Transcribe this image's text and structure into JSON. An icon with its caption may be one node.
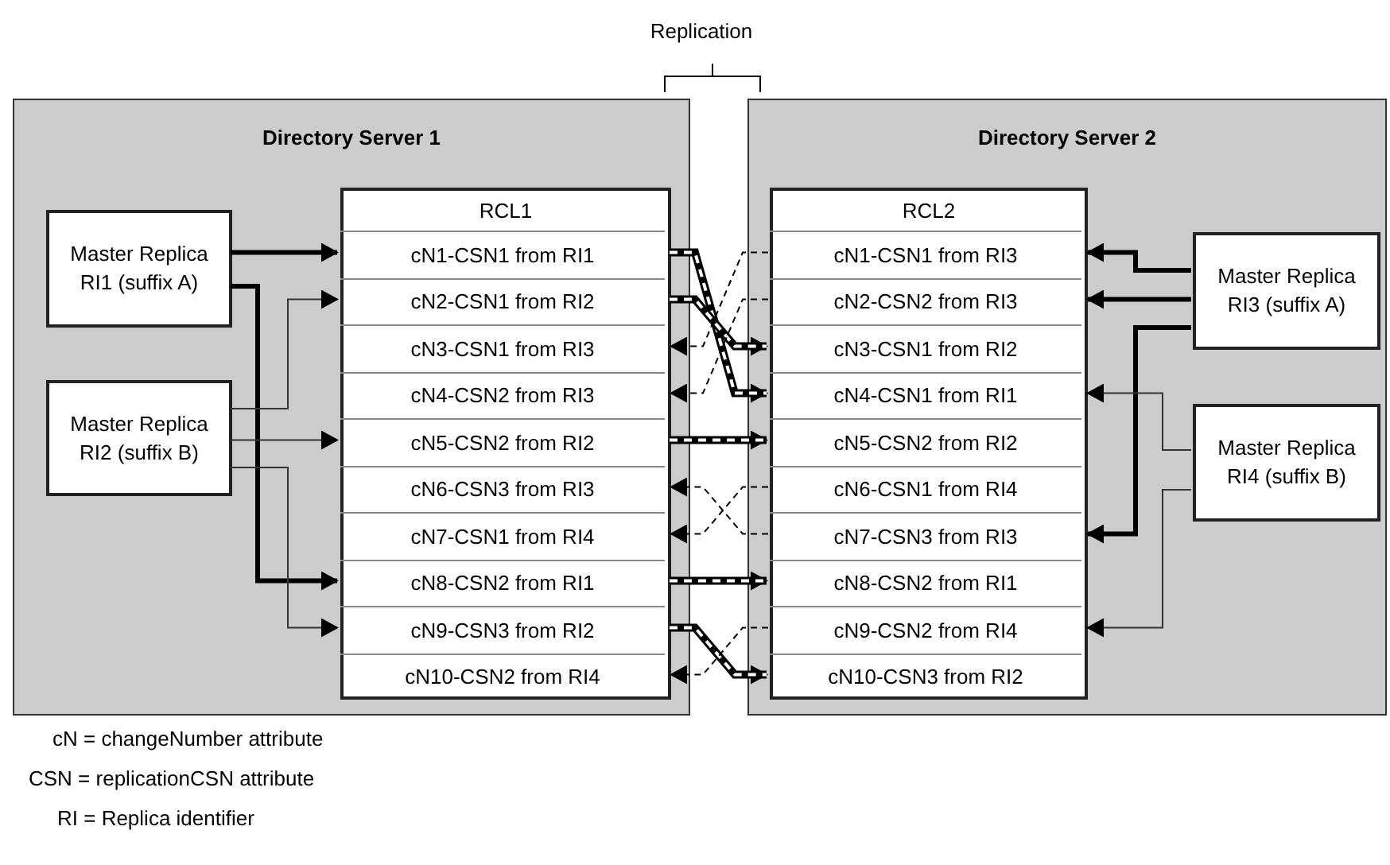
{
  "diagram": {
    "nodes": [
      {
        "text": [
          "Directory Server 1"
        ]
      },
      {
        "text": [
          "Master Replica RI1 (suffix A)"
        ],
        "in": 0
      },
      {
        "text": [
          "Master Replica RI2 (suffix B)"
        ],
        "in": 0
      },
      {
        "text": [
          "RCL1"
        ],
        "in": 0
      },
      {
        "text": [
          "cN1-CSN1 from RI1"
        ],
        "in": 3
      },
      {
        "text": [
          "cN2-CSN1 from RI2"
        ],
        "in": 3
      },
      {
        "text": [
          "cN3-CSN1 from RI3"
        ],
        "in": 3
      },
      {
        "text": [
          "cN4-CSN2 from RI3"
        ],
        "in": 3
      },
      {
        "text": [
          "cN5-CSN2 from RI2"
        ],
        "in": 3
      },
      {
        "text": [
          "cN6-CSN3 from RI3"
        ],
        "in": 3
      },
      {
        "text": [
          "cN7-CSN1 from RI4"
        ],
        "in": 3
      },
      {
        "text": [
          "cN8-CSN2 from RI1"
        ],
        "in": 3
      },
      {
        "text": [
          "cN9-CSN3 from RI2"
        ],
        "in": 3
      },
      {
        "text": [
          "cN10-CSN2 from RI4"
        ],
        "in": 3
      },
      {
        "text": [
          "Directory Server 2"
        ]
      },
      {
        "text": [
          "RCL2"
        ],
        "in": 14
      },
      {
        "text": [
          "cN1-CSN1 from RI3"
        ],
        "in": 15
      },
      {
        "text": [
          "cN2-CSN2 from RI3"
        ],
        "in": 15
      },
      {
        "text": [
          "cN3-CSN1 from RI2"
        ],
        "in": 15
      },
      {
        "text": [
          "cN4-CSN1 from RI1"
        ],
        "in": 15
      },
      {
        "text": [
          "cN5-CSN2 from RI2"
        ],
        "in": 15
      },
      {
        "text": [
          "cN6-CSN1 from RI4"
        ],
        "in": 15
      },
      {
        "text": [
          "cN7-CSN3 from RI3"
        ],
        "in": 15
      },
      {
        "text": [
          "cN8-CSN2 from RI1"
        ],
        "in": 15
      },
      {
        "text": [
          "cN9-CSN2 from RI4"
        ],
        "in": 15
      },
      {
        "text": [
          "cN10-CSN3 from RI2"
        ],
        "in": 15
      },
      {
        "text": [
          "Master Replica RI3 (suffix A)"
        ],
        "in": 14
      },
      {
        "text": [
          "Master Replica RI4 (suffix B)"
        ],
        "in": 14
      }
    ],
    "edges": [
      {
        "from": 1,
        "to": 4,
        "arrow": "to",
        "style": "thick"
      },
      {
        "from": 1,
        "to": 11,
        "arrow": "to",
        "style": "thick"
      },
      {
        "from": 2,
        "to": 5,
        "arrow": "to"
      },
      {
        "from": 2,
        "to": 8,
        "arrow": "to"
      },
      {
        "from": 2,
        "to": 12,
        "arrow": "to"
      },
      {
        "from": 4,
        "to": 19,
        "arrow": "to",
        "style": "thick"
      },
      {
        "from": 5,
        "to": 18,
        "arrow": "to",
        "style": "thick"
      },
      {
        "from": 8,
        "to": 20,
        "arrow": "to",
        "style": "thick"
      },
      {
        "from": 11,
        "to": 23,
        "arrow": "to",
        "style": "thick"
      },
      {
        "from": 12,
        "to": 25,
        "arrow": "to",
        "style": "thick"
      },
      {
        "from": 16,
        "to": 6,
        "arrow": "to",
        "style": "dashed"
      },
      {
        "from": 17,
        "to": 7,
        "arrow": "to",
        "style": "dashed"
      },
      {
        "from": 21,
        "to": 10,
        "arrow": "to",
        "style": "dashed"
      },
      {
        "from": 22,
        "to": 9,
        "arrow": "to",
        "style": "dashed"
      },
      {
        "from": 24,
        "to": 13,
        "arrow": "to",
        "style": "dashed"
      },
      {
        "from": 26,
        "to": 16,
        "arrow": "to",
        "style": "thick"
      },
      {
        "from": 26,
        "to": 17,
        "arrow": "to",
        "style": "thick"
      },
      {
        "from": 26,
        "to": 22,
        "arrow": "to",
        "style": "thick"
      },
      {
        "from": 27,
        "to": 19,
        "arrow": "to"
      },
      {
        "from": 27,
        "to": 24,
        "arrow": "to"
      }
    ],
    "labels": [
      "Replication",
      "cN = changeNumber attribute",
      "CSN = replicationCSN attribute",
      "RI = Replica identifier"
    ]
  }
}
